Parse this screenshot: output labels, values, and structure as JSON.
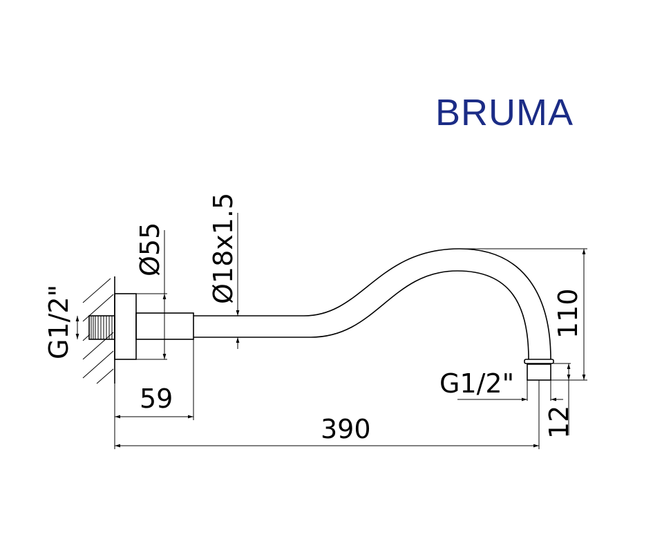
{
  "brand": {
    "name": "BRUMA",
    "color": "#1b2c86"
  },
  "dimensions": {
    "inlet_thread": "G1/2\"",
    "flange_diameter": "Ø55",
    "pipe_diameter": "Ø18x1.5",
    "flange_depth": "59",
    "total_length": "390",
    "height": "110",
    "outlet_thread": "G1/2\"",
    "outlet_length": "12"
  }
}
